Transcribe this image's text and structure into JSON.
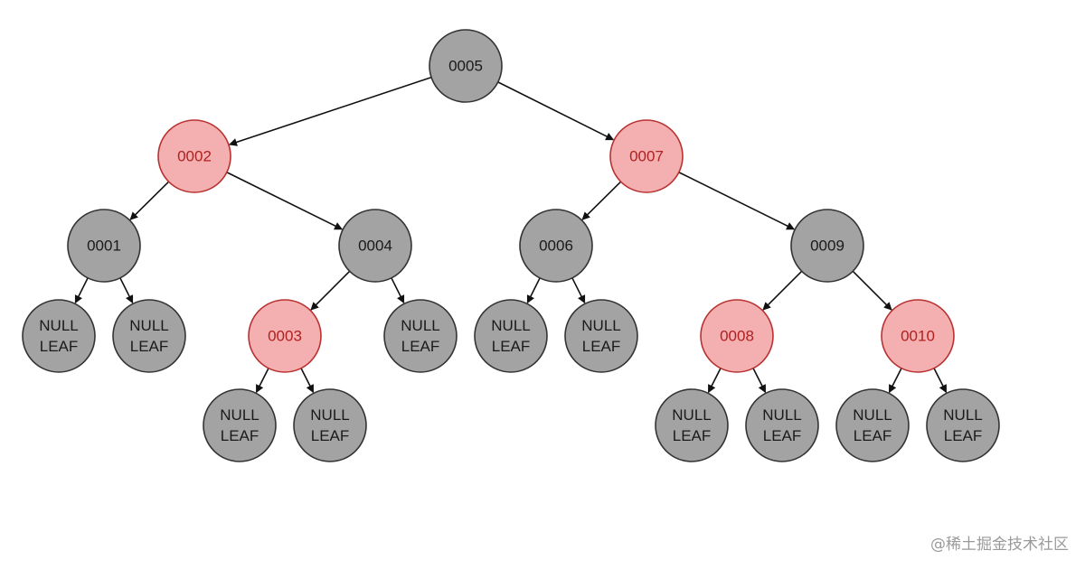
{
  "diagram": {
    "nodes": [
      {
        "id": "n5",
        "label": "0005",
        "color": "black"
      },
      {
        "id": "n2",
        "label": "0002",
        "color": "red"
      },
      {
        "id": "n7",
        "label": "0007",
        "color": "red"
      },
      {
        "id": "n1",
        "label": "0001",
        "color": "black"
      },
      {
        "id": "n4",
        "label": "0004",
        "color": "black"
      },
      {
        "id": "n6",
        "label": "0006",
        "color": "black"
      },
      {
        "id": "n9",
        "label": "0009",
        "color": "black"
      },
      {
        "id": "n3",
        "label": "0003",
        "color": "red"
      },
      {
        "id": "n8",
        "label": "0008",
        "color": "red"
      },
      {
        "id": "n10",
        "label": "0010",
        "color": "red"
      },
      {
        "id": "l1a",
        "label": "NULL\nLEAF",
        "color": "black"
      },
      {
        "id": "l1b",
        "label": "NULL\nLEAF",
        "color": "black"
      },
      {
        "id": "l4b",
        "label": "NULL\nLEAF",
        "color": "black"
      },
      {
        "id": "l3a",
        "label": "NULL\nLEAF",
        "color": "black"
      },
      {
        "id": "l3b",
        "label": "NULL\nLEAF",
        "color": "black"
      },
      {
        "id": "l6a",
        "label": "NULL\nLEAF",
        "color": "black"
      },
      {
        "id": "l6b",
        "label": "NULL\nLEAF",
        "color": "black"
      },
      {
        "id": "l8a",
        "label": "NULL\nLEAF",
        "color": "black"
      },
      {
        "id": "l8b",
        "label": "NULL\nLEAF",
        "color": "black"
      },
      {
        "id": "l10a",
        "label": "NULL\nLEAF",
        "color": "black"
      },
      {
        "id": "l10b",
        "label": "NULL\nLEAF",
        "color": "black"
      }
    ],
    "edges": [
      [
        "n5",
        "n2"
      ],
      [
        "n5",
        "n7"
      ],
      [
        "n2",
        "n1"
      ],
      [
        "n2",
        "n4"
      ],
      [
        "n7",
        "n6"
      ],
      [
        "n7",
        "n9"
      ],
      [
        "n1",
        "l1a"
      ],
      [
        "n1",
        "l1b"
      ],
      [
        "n4",
        "n3"
      ],
      [
        "n4",
        "l4b"
      ],
      [
        "n3",
        "l3a"
      ],
      [
        "n3",
        "l3b"
      ],
      [
        "n6",
        "l6a"
      ],
      [
        "n6",
        "l6b"
      ],
      [
        "n9",
        "n8"
      ],
      [
        "n9",
        "n10"
      ],
      [
        "n8",
        "l8a"
      ],
      [
        "n8",
        "l8b"
      ],
      [
        "n10",
        "l10a"
      ],
      [
        "n10",
        "l10b"
      ]
    ],
    "styles": {
      "black": {
        "fill": "#a3a3a3",
        "stroke": "#333333",
        "text": "#1a1a1a"
      },
      "red": {
        "fill": "#f4b0b0",
        "stroke": "#b83232",
        "text": "#b02020"
      }
    }
  },
  "watermark": "@稀土掘金技术社区"
}
